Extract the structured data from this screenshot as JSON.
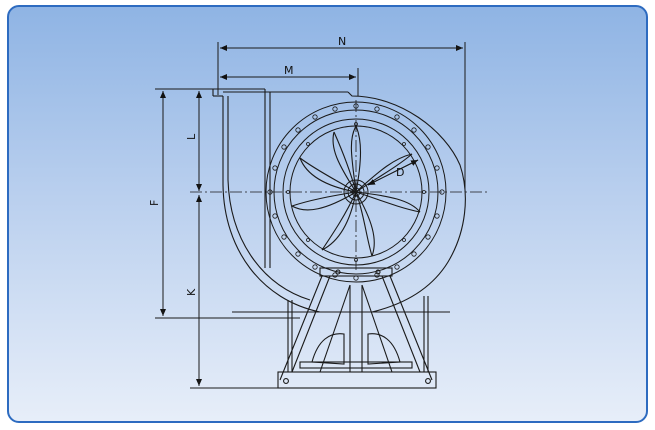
{
  "diagram": {
    "labels": {
      "overall_width": "N",
      "inlet_offset": "M",
      "inlet_height": "L",
      "total_height": "F",
      "center_height": "K",
      "impeller_diameter": "D"
    },
    "colors": {
      "frame_border": "#2d6bc0",
      "background_top": "#8fb4e4",
      "background_bottom": "#e7eef9",
      "line": "#1a1a1a"
    }
  }
}
